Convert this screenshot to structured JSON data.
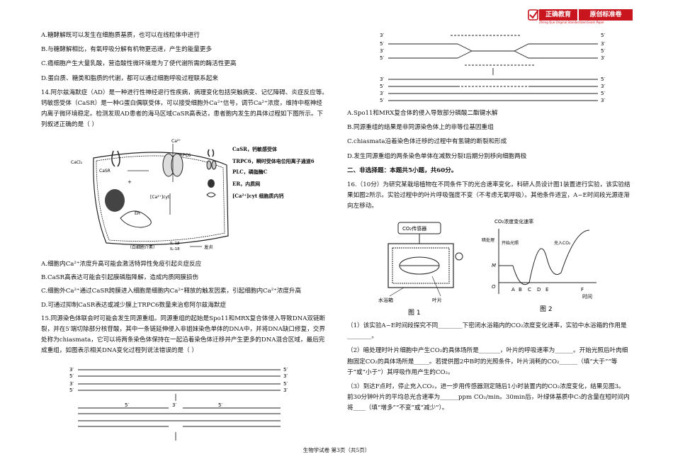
{
  "brand": {
    "name1": "正确教育",
    "name2": "原创标准卷",
    "subtitle": "Zheng Que Original Standardized Exam Paper"
  },
  "left_top": [
    "A.糖酵解既可以发生在细胞质基质，也可以在线粒体中进行",
    "B.与糖酵解相比，有氧呼吸分解有机物更迅速，产生的能量更多",
    "C.癌细胞产生大量乳酸，营造酸性微环境是为了使代谢所需的酶活性更高",
    "D.蛋白质、糖类和脂质的代谢，都可以通过细胞呼吸过程联系起来"
  ],
  "q14": {
    "stem": "14.阿尔兹海默症（AD）是一种进行性神经退行性疾病，病理变化包括突触病变、记忆障碍、炎症反应等。钙敏感受体（CaSR）是一种G蛋白偶联受体，可以接受细胞外Ca²⁺信号，调节Ca²⁺浓度，维持中枢神经内离子微环境稳定。检测发现AD患者的海马区域CaSR高表达，患者胞内发生的具体过程如下图所示。下列叙述正确的是（     ）",
    "legend": [
      "CaSR，钙敏感受体",
      "TRPC6，瞬时受体电位阳离子通道6",
      "PLC，磷脂酶C",
      "ER，内质网",
      "[Ca²⁺]cyt 细胞质内钙"
    ],
    "diagram_labels": {
      "ca": "Ca²⁺",
      "trpc6": "TRPC6",
      "cacl2": "CaCl₂",
      "casr": "CaSR",
      "plus": "+",
      "er": "ER",
      "ca_cyt": "[Ca²⁺]cyt",
      "cell": "（白细胞介素）",
      "il": "IL-1β",
      "il18": "IL-18",
      "out": "发炎"
    },
    "options": [
      "A.细胞内Ca²⁺浓度升高可能会激活特异性免疫引起炎症反应",
      "B.CaSR高表达可能会引起膜磷脂降解，造成内质网膜损伤",
      "C.细胞外Ca²⁺通过CaSR跨膜进入细胞是细胞内Ca²⁺释放的触发因素，引起细胞内Ca²⁺浓度升高",
      "D.可通过抑制CaSR表达或减少膜上TRPC6数量来治愈阿尔兹海默症"
    ]
  },
  "q15": {
    "stem": "15.同源染色体联会时可能会发生同源重组。同源重组的起始是Spo11和MRX复合体侵入导致DNA双链断裂，并在5′端切除部分核苷酸，其中一条链延伸侵入非姐妹染色单体的DNA中，并将DNA缺口修复，交界处称为chiasmata，它可以将两条染色体保持在一起沿着染色体迁移并产生更多的DNA混合区域，最后完成重组，如图表示相关DNA变化过程列说法错误的是（     ）",
    "primes": {
      "p3": "3′",
      "p5": "5′"
    },
    "options": [
      "A.Spo11和MRX复合体的侵入导致部分磷酸二酯键水解",
      "B.同源重组的结果是非同源染色体上的非等位基因重组",
      "C.chiasmata沿着染色体迁移的过程中有氢键的断裂和形成",
      "D.发生同源重组的两条染色单体在减数分裂Ⅰ后期分别移向细胞两极"
    ]
  },
  "section2": "二、非选择题：本题共5小题，共60分。",
  "q16": {
    "stem": "16.（10分）为研究某栽培植物在不同条件下的光合速率变化，科研人员设计图1装置进行实验，该实验结果如图2所示。实验过程中的叶片呼吸强度不变（不考虑无氧呼吸）。其他条件适宜，A~E时间段光源逐渐向左移动。",
    "fig1": {
      "sensor": "CO₂传感器",
      "bath": "水浴箱",
      "leaf": "叶片",
      "caption": "图 1"
    },
    "fig2": {
      "ylabel": "CO₂浓度变化速率",
      "dark": "暗处理",
      "light": "开始光照",
      "co2in": "充入CO₂",
      "m": "M",
      "o": "O",
      "ticks": [
        "A",
        "B",
        "C",
        "D",
        "E",
        "F"
      ],
      "xlabel": "时间",
      "caption": "图 2"
    },
    "sub": [
      "（1）该实验A~E时间段探究不同________下密闭水浴箱内的CO₂浓度变化速率，实验中水浴箱的作用是________。",
      "（2）暗处理时叶片细胞中产生CO₂的具体场所是_______，叶片的呼吸速率为______。开始光照后叶肉细胞固定CO₂的具体场所是_____。若提供图2中B时的光照条件，叶片消耗的CO₂______（填“大于”“等于”或“小于”）其呼吸作用产生的CO₂。",
      "（3）到达F点时，停止充入CO₂，进一步用传感器测定随后1小时装置内的CO₂浓度变化，结果见图3。前30分钟叶片的平均总光合速率为______ppm CO₂/min。30min后，叶绿体基质中C₅的含量在短时间内将____（填“增多”“不变”或“减少”）。"
    ]
  },
  "footer": "生物学试卷  第3页（共5页）"
}
